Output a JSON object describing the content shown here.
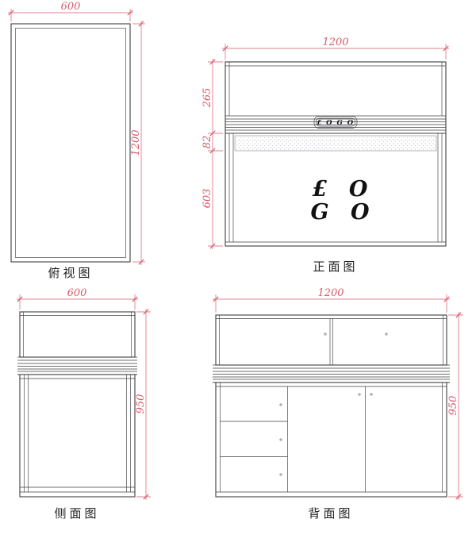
{
  "colors": {
    "dimension": "#d9596b",
    "line": "#3f3f42",
    "label": "#1f1f1f"
  },
  "views": {
    "top": {
      "label": "俯视图",
      "width_dim": "600",
      "height_dim": "1200"
    },
    "front": {
      "label": "正面图",
      "width_dim": "1200",
      "seg_dims": [
        "265",
        "82",
        "603"
      ],
      "plaque_text": "£ O G O",
      "logo_line1": "£ O",
      "logo_line2": "G O"
    },
    "side": {
      "label": "侧面图",
      "width_dim": "600",
      "height_dim": "950"
    },
    "back": {
      "label": "背面图",
      "width_dim": "1200",
      "height_dim": "950"
    }
  }
}
